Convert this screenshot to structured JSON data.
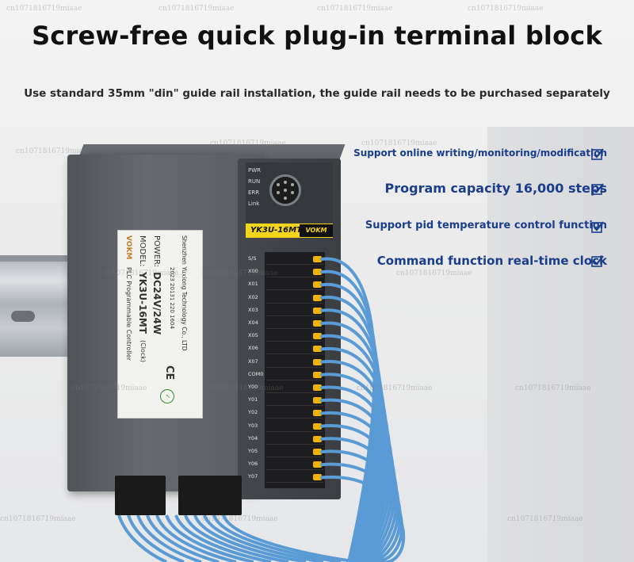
{
  "headline": "Screw-free quick plug-in terminal block",
  "subline": "Use standard 35mm \"din\" guide rail installation, the guide rail needs to be purchased separately",
  "features": [
    {
      "text": "Support online writing/monitoring/modification",
      "icon": "checkbox-check-icon"
    },
    {
      "text": "Program capacity 16,000 steps",
      "icon": "checkbox-check-icon"
    },
    {
      "text": "Support pid temperature control function",
      "icon": "checkbox-check-icon"
    },
    {
      "text": "Command function real-time clock",
      "icon": "checkbox-check-icon"
    }
  ],
  "plc": {
    "leds": [
      "PWR",
      "RUN",
      "ERR",
      "Link"
    ],
    "model_strip": "YK3U-16MT",
    "brand": "VOKM",
    "terminals": [
      "S/S",
      "X00",
      "X01",
      "X02",
      "X03",
      "X04",
      "X05",
      "X06",
      "X07",
      "COM0",
      "Y00",
      "Y01",
      "Y02",
      "Y03",
      "Y04",
      "Y05",
      "Y06",
      "Y07"
    ],
    "nameplate": {
      "brand": "VOKM",
      "type": "PLC Programmable Controller",
      "model_label": "MODEL:",
      "model_value": "YK3U-16MT",
      "model_note": "(Clock)",
      "power_label": "POWER:",
      "power_value": "DC24V/24W",
      "serial": "2023 20131 220 1604",
      "company": "Shenzhen Yuxiong Technology Co., LTD"
    }
  },
  "watermark": "cn1071816719miaae",
  "colors": {
    "feature_text": "#1a3e8c",
    "check": "#1a3e8c",
    "strip_yellow": "#f2d51b",
    "terminal_pin": "#f0b400",
    "wire": "#5a9bd6"
  }
}
